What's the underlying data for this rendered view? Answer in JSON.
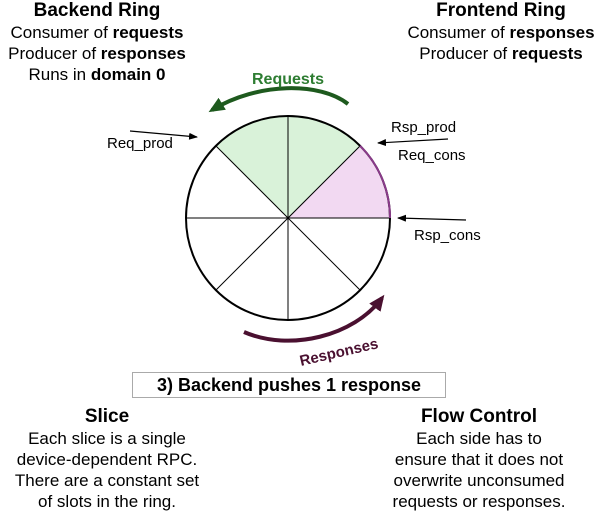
{
  "backend": {
    "title": "Backend Ring",
    "line1_pre": "Consumer of ",
    "line1_bold": "requests",
    "line2_pre": "Producer of ",
    "line2_bold": "responses",
    "line3_pre": "Runs in ",
    "line3_bold": "domain 0"
  },
  "frontend": {
    "title": "Frontend Ring",
    "line1_pre": "Consumer of ",
    "line1_bold": "responses",
    "line2_pre": "Producer of ",
    "line2_bold": "requests"
  },
  "ring": {
    "slots": 8,
    "requests_label": "Requests",
    "responses_label": "Responses",
    "req_prod_label": "Req_prod",
    "rsp_prod_label": "Rsp_prod",
    "req_cons_label": "Req_cons",
    "rsp_cons_label": "Rsp_cons",
    "colors": {
      "request_fill": "#d9f2d9",
      "response_fill": "#f2d9f2",
      "request_arrow": "#1e5a1e",
      "response_arrow": "#4a1030",
      "response_edge": "#8a3a8a"
    }
  },
  "caption": "3) Backend pushes 1 response",
  "slice": {
    "title": "Slice",
    "lines": [
      "Each slice is a single",
      "device-dependent RPC.",
      "There are a constant set",
      "of slots in the ring."
    ]
  },
  "flow": {
    "title": "Flow Control",
    "lines": [
      "Each side has to",
      "ensure that it does not",
      "overwrite unconsumed",
      "requests or responses."
    ]
  }
}
